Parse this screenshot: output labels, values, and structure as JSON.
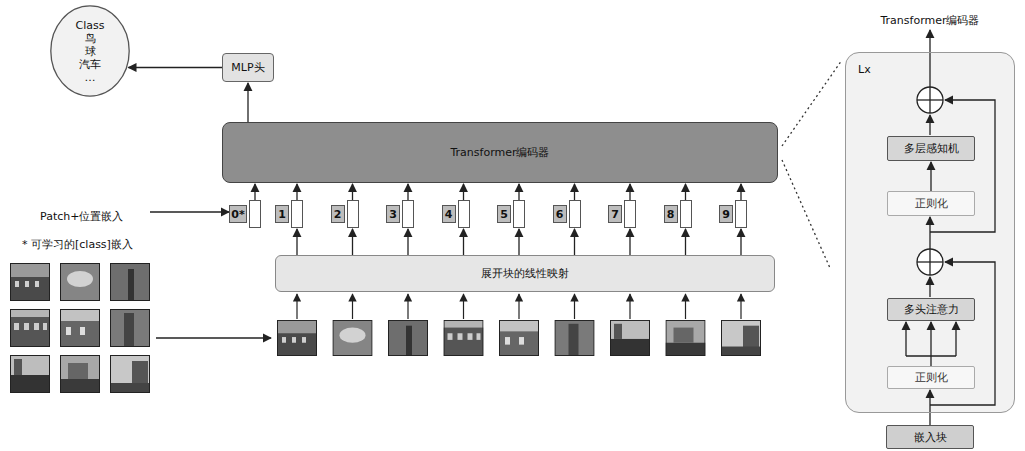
{
  "diagram": {
    "nodes": [
      {
        "text": [
          "Class",
          "鸟",
          "球",
          "汽车",
          "…"
        ]
      },
      {
        "text": [
          "MLP头"
        ]
      },
      {
        "text": [
          "Transformer编码器"
        ]
      },
      {
        "text": [
          "0*"
        ]
      },
      {
        "text": [
          "1"
        ]
      },
      {
        "text": [
          "2"
        ]
      },
      {
        "text": [
          "3"
        ]
      },
      {
        "text": [
          "4"
        ]
      },
      {
        "text": [
          "5"
        ]
      },
      {
        "text": [
          "6"
        ]
      },
      {
        "text": [
          "7"
        ]
      },
      {
        "text": [
          "8"
        ]
      },
      {
        "text": [
          "9"
        ]
      },
      {
        "text": [
          "展开块的线性映射"
        ]
      },
      {
        "text": [
          "Lx"
        ]
      },
      {
        "text": [
          "多层感知机"
        ],
        "in": 14
      },
      {
        "text": [
          "正则化"
        ],
        "in": 14
      },
      {
        "text": [
          "多头注意力"
        ],
        "in": 14
      },
      {
        "text": [
          "正则化"
        ],
        "in": 14
      },
      {
        "text": [
          "嵌入块"
        ]
      }
    ],
    "edges": [
      {
        "from": 2,
        "to": 1,
        "arrow": "to"
      },
      {
        "from": 1,
        "to": 0,
        "arrow": "to"
      },
      {
        "from": 3,
        "to": 2,
        "arrow": "to"
      },
      {
        "from": 4,
        "to": 2,
        "arrow": "to"
      },
      {
        "from": 5,
        "to": 2,
        "arrow": "to"
      },
      {
        "from": 6,
        "to": 2,
        "arrow": "to"
      },
      {
        "from": 7,
        "to": 2,
        "arrow": "to"
      },
      {
        "from": 8,
        "to": 2,
        "arrow": "to"
      },
      {
        "from": 9,
        "to": 2,
        "arrow": "to"
      },
      {
        "from": 10,
        "to": 2,
        "arrow": "to"
      },
      {
        "from": 11,
        "to": 2,
        "arrow": "to"
      },
      {
        "from": 12,
        "to": 2,
        "arrow": "to"
      },
      {
        "from": 13,
        "to": 4,
        "arrow": "to"
      },
      {
        "from": 13,
        "to": 5,
        "arrow": "to"
      },
      {
        "from": 13,
        "to": 6,
        "arrow": "to"
      },
      {
        "from": 13,
        "to": 7,
        "arrow": "to"
      },
      {
        "from": 13,
        "to": 8,
        "arrow": "to"
      },
      {
        "from": 13,
        "to": 9,
        "arrow": "to"
      },
      {
        "from": 13,
        "to": 10,
        "arrow": "to"
      },
      {
        "from": 13,
        "to": 11,
        "arrow": "to"
      },
      {
        "from": 13,
        "to": 12,
        "arrow": "to"
      },
      {
        "from": 19,
        "to": 18,
        "arrow": "to"
      },
      {
        "from": 18,
        "to": 17,
        "arrow": "to"
      },
      {
        "from": 16,
        "to": 15,
        "arrow": "to"
      }
    ],
    "labels": [
      "Patch+位置嵌入",
      "* 可学习的[class]嵌入",
      "Transformer编码器"
    ]
  }
}
